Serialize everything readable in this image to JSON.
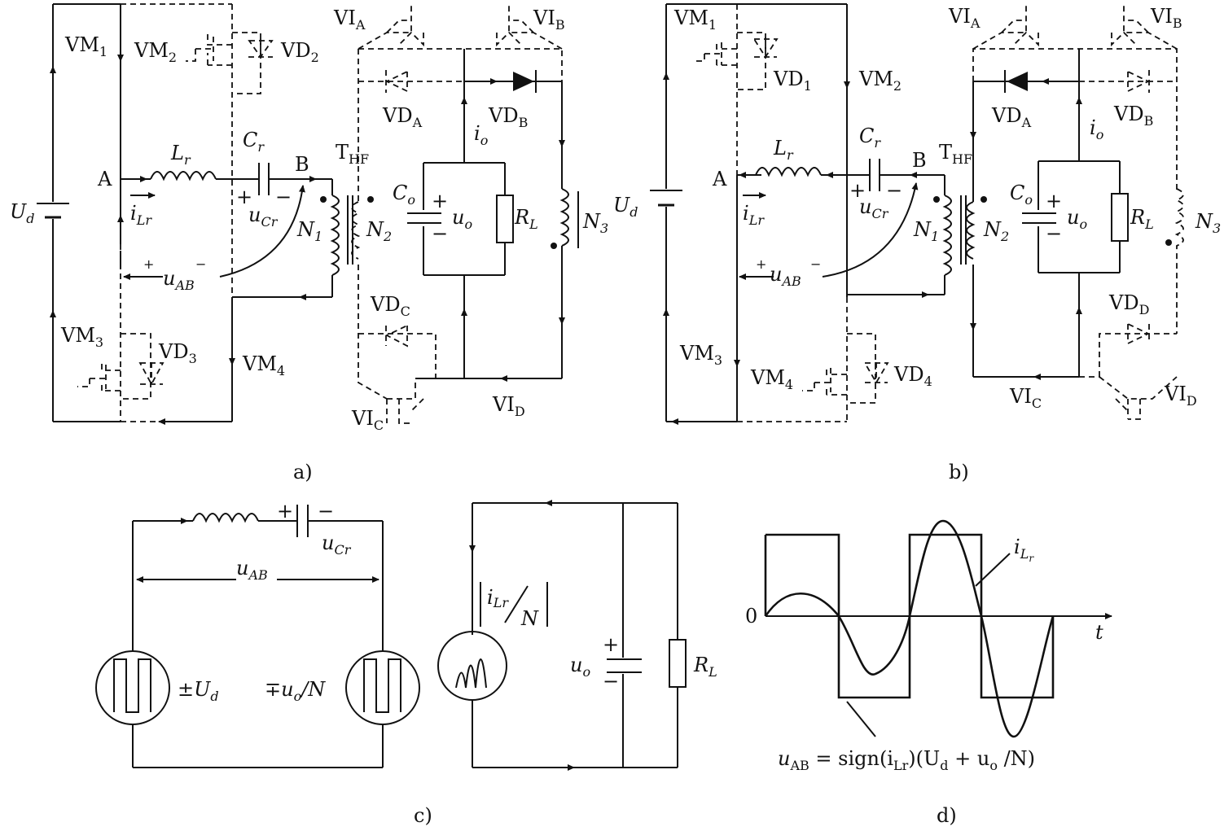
{
  "figure": {
    "panel_a": {
      "caption": "a)",
      "labels": {
        "vm1": "VM",
        "vm1_sub": "1",
        "vm2": "VM",
        "vm2_sub": "2",
        "vd2": "VD",
        "vd2_sub": "2",
        "vm3": "VM",
        "vm3_sub": "3",
        "vd3": "VD",
        "vd3_sub": "3",
        "vm4": "VM",
        "vm4_sub": "4",
        "ud": "U",
        "ud_sub": "d",
        "node_a": "A",
        "node_b": "B",
        "lr": "L",
        "lr_sub": "r",
        "cr": "C",
        "cr_sub": "r",
        "ilr": "i",
        "ilr_sub": "Lr",
        "ucr": "u",
        "ucr_sub": "Cr",
        "plus": "+",
        "minus": "−",
        "uab": "u",
        "uab_sub": "AB",
        "thf": "T",
        "thf_sub": "HF",
        "n1": "N",
        "n1_sub": "1",
        "n2": "N",
        "n2_sub": "2",
        "n3": "N",
        "n3_sub": "3",
        "via": "VI",
        "via_sub": "A",
        "vib": "VI",
        "vib_sub": "B",
        "vic": "VI",
        "vic_sub": "C",
        "vid": "VI",
        "vid_sub": "D",
        "vda": "VD",
        "vda_sub": "A",
        "vdb": "VD",
        "vdb_sub": "B",
        "vdc": "VD",
        "vdc_sub": "C",
        "io": "i",
        "io_sub": "o",
        "co": "C",
        "co_sub": "o",
        "uo": "u",
        "uo_sub": "o",
        "rl": "R",
        "rl_sub": "L"
      }
    },
    "panel_b": {
      "caption": "b)",
      "labels": {
        "vm1": "VM",
        "vm1_sub": "1",
        "vd1": "VD",
        "vd1_sub": "1",
        "vm2": "VM",
        "vm2_sub": "2",
        "vm3": "VM",
        "vm3_sub": "3",
        "vm4": "VM",
        "vm4_sub": "4",
        "vd4": "VD",
        "vd4_sub": "4",
        "ud": "U",
        "ud_sub": "d",
        "node_a": "A",
        "node_b": "B",
        "lr": "L",
        "lr_sub": "r",
        "cr": "C",
        "cr_sub": "r",
        "ilr": "i",
        "ilr_sub": "Lr",
        "ucr": "u",
        "ucr_sub": "Cr",
        "plus": "+",
        "minus": "−",
        "uab": "u",
        "uab_sub": "AB",
        "thf": "T",
        "thf_sub": "HF",
        "n1": "N",
        "n1_sub": "1",
        "n2": "N",
        "n2_sub": "2",
        "n3": "N",
        "n3_sub": "3",
        "via": "VI",
        "via_sub": "A",
        "vib": "VI",
        "vib_sub": "B",
        "vic": "VI",
        "vic_sub": "C",
        "vid": "VI",
        "vid_sub": "D",
        "vda": "VD",
        "vda_sub": "A",
        "vdb": "VD",
        "vdb_sub": "B",
        "vdd": "VD",
        "vdd_sub": "D",
        "io": "i",
        "io_sub": "o",
        "co": "C",
        "co_sub": "o",
        "uo": "u",
        "uo_sub": "o",
        "rl": "R",
        "rl_sub": "L"
      }
    },
    "panel_c": {
      "caption": "c)",
      "labels": {
        "plus": "+",
        "minus": "−",
        "ucr": "u",
        "ucr_sub": "Cr",
        "uab": "u",
        "uab_sub": "AB",
        "src1": "±U",
        "src1_sub": "d",
        "src2": "∓u",
        "src2_sub": "o",
        "src2_tail": "/N",
        "iabs_i": "i",
        "iabs_sub": "Lr",
        "iabs_n": "N",
        "uo": "u",
        "uo_sub": "o",
        "rl": "R",
        "rl_sub": "L"
      }
    },
    "panel_d": {
      "caption": "d)",
      "labels": {
        "zero": "0",
        "t": "t",
        "ilr": "i",
        "ilr_sub": "L",
        "ilr_subsub": "r",
        "eq_lhs": "u",
        "eq_lhs_sub": "AB",
        "eq_mid": " = sign(i",
        "eq_mid_sub": "Lr",
        "eq_rhs": ")(U",
        "eq_rhs_sub": "d",
        "eq_rhs2": " + u",
        "eq_rhs2_sub": "o",
        "eq_tail": " /N)"
      }
    }
  }
}
